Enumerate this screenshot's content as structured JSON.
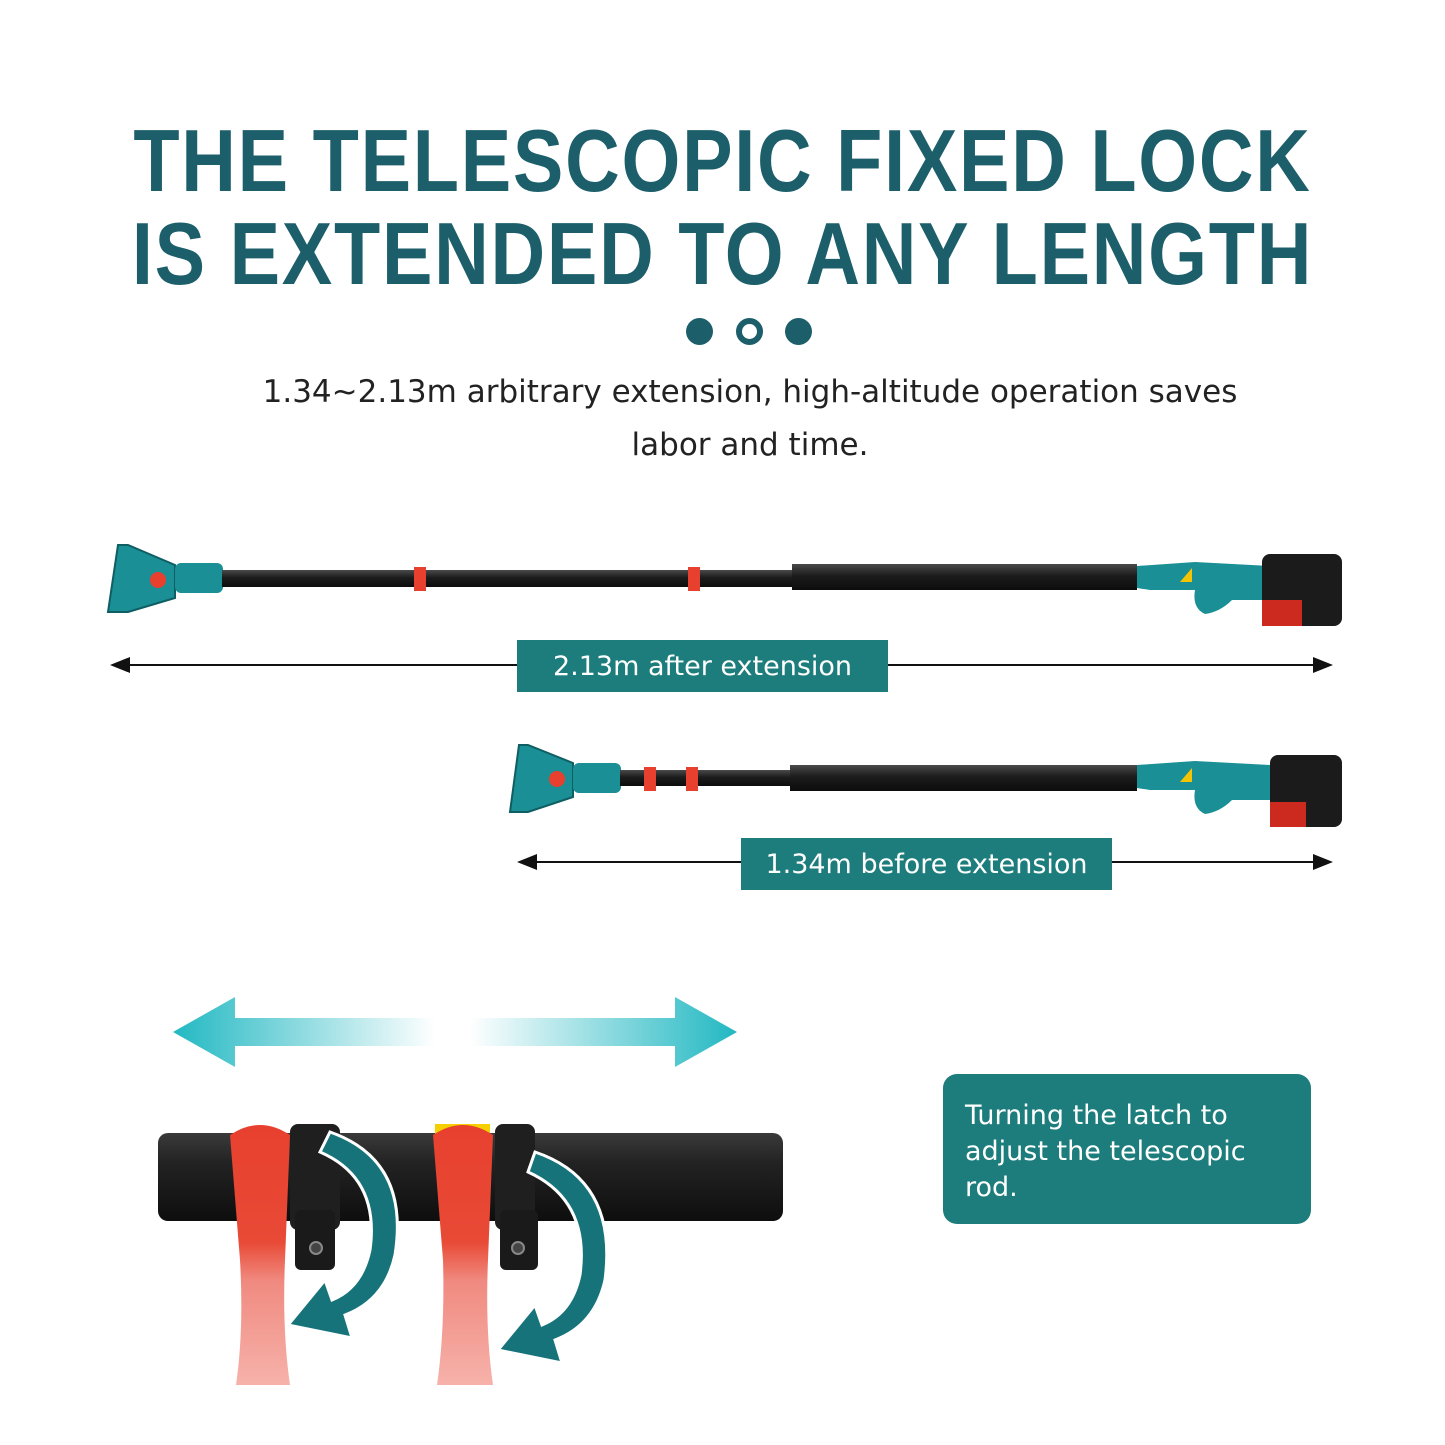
{
  "headline": {
    "line1": "THE TELESCOPIC FIXED LOCK",
    "line2": "IS EXTENDED TO ANY LENGTH"
  },
  "pager_dots": [
    {
      "state": "filled"
    },
    {
      "state": "hollow"
    },
    {
      "state": "filled"
    }
  ],
  "description": {
    "line1": "1.34~2.13m arbitrary extension, high-altitude operation saves",
    "line2": "labor and time."
  },
  "measurements": {
    "extended_label": "2.13m after extension",
    "retracted_label": "1.34m before extension"
  },
  "latch_note": {
    "line1": "Turning the latch to",
    "line2": "adjust the telescopic",
    "line3": "rod."
  },
  "colors": {
    "brand_dark": "#1c5f6b",
    "label_bg": "#1d7d7c",
    "tool_teal": "#1a8f95",
    "latch_red": "#e8402f",
    "arrow_cyan": "#2ec4cc"
  },
  "icons": [
    "left-right-arrow-icon",
    "curved-arrow-icon",
    "dimension-arrow-icon"
  ]
}
